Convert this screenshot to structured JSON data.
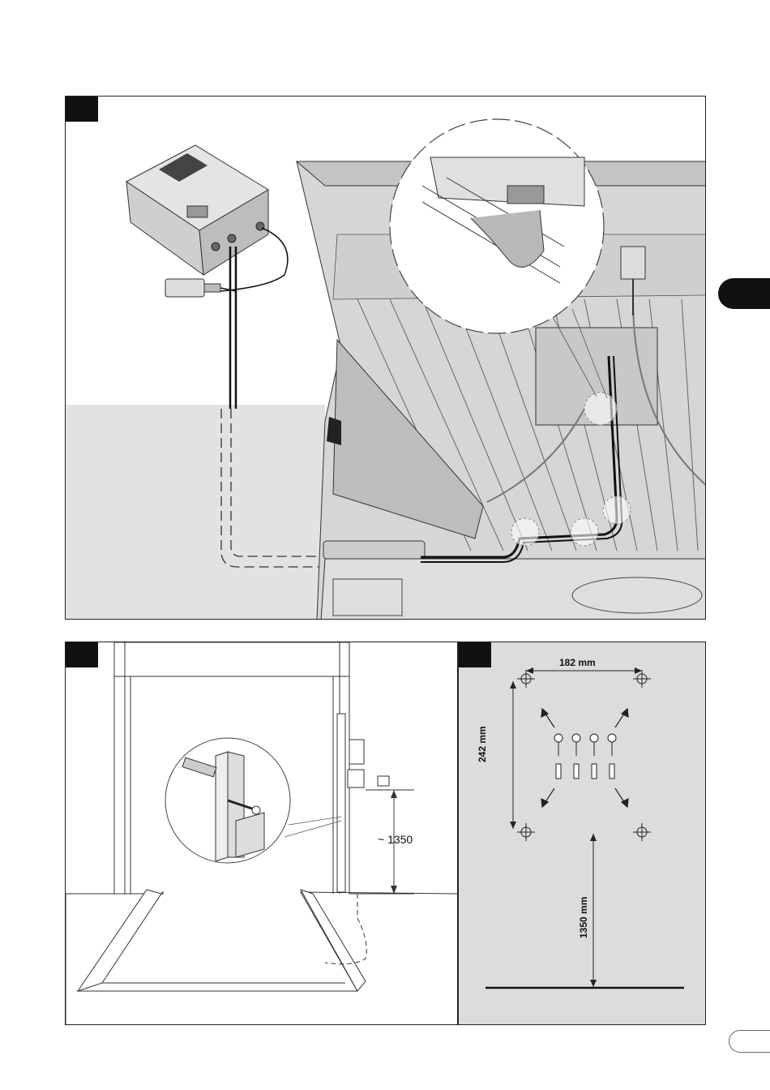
{
  "figure_2": {
    "approx_height_label": "~ 1350"
  },
  "figure_3": {
    "width_label": "182 mm",
    "height_label": "242 mm",
    "floor_distance_label": "1350 mm"
  },
  "colors": {
    "panel_background_gray": "#dcdcdc",
    "marker_black": "#111111"
  }
}
